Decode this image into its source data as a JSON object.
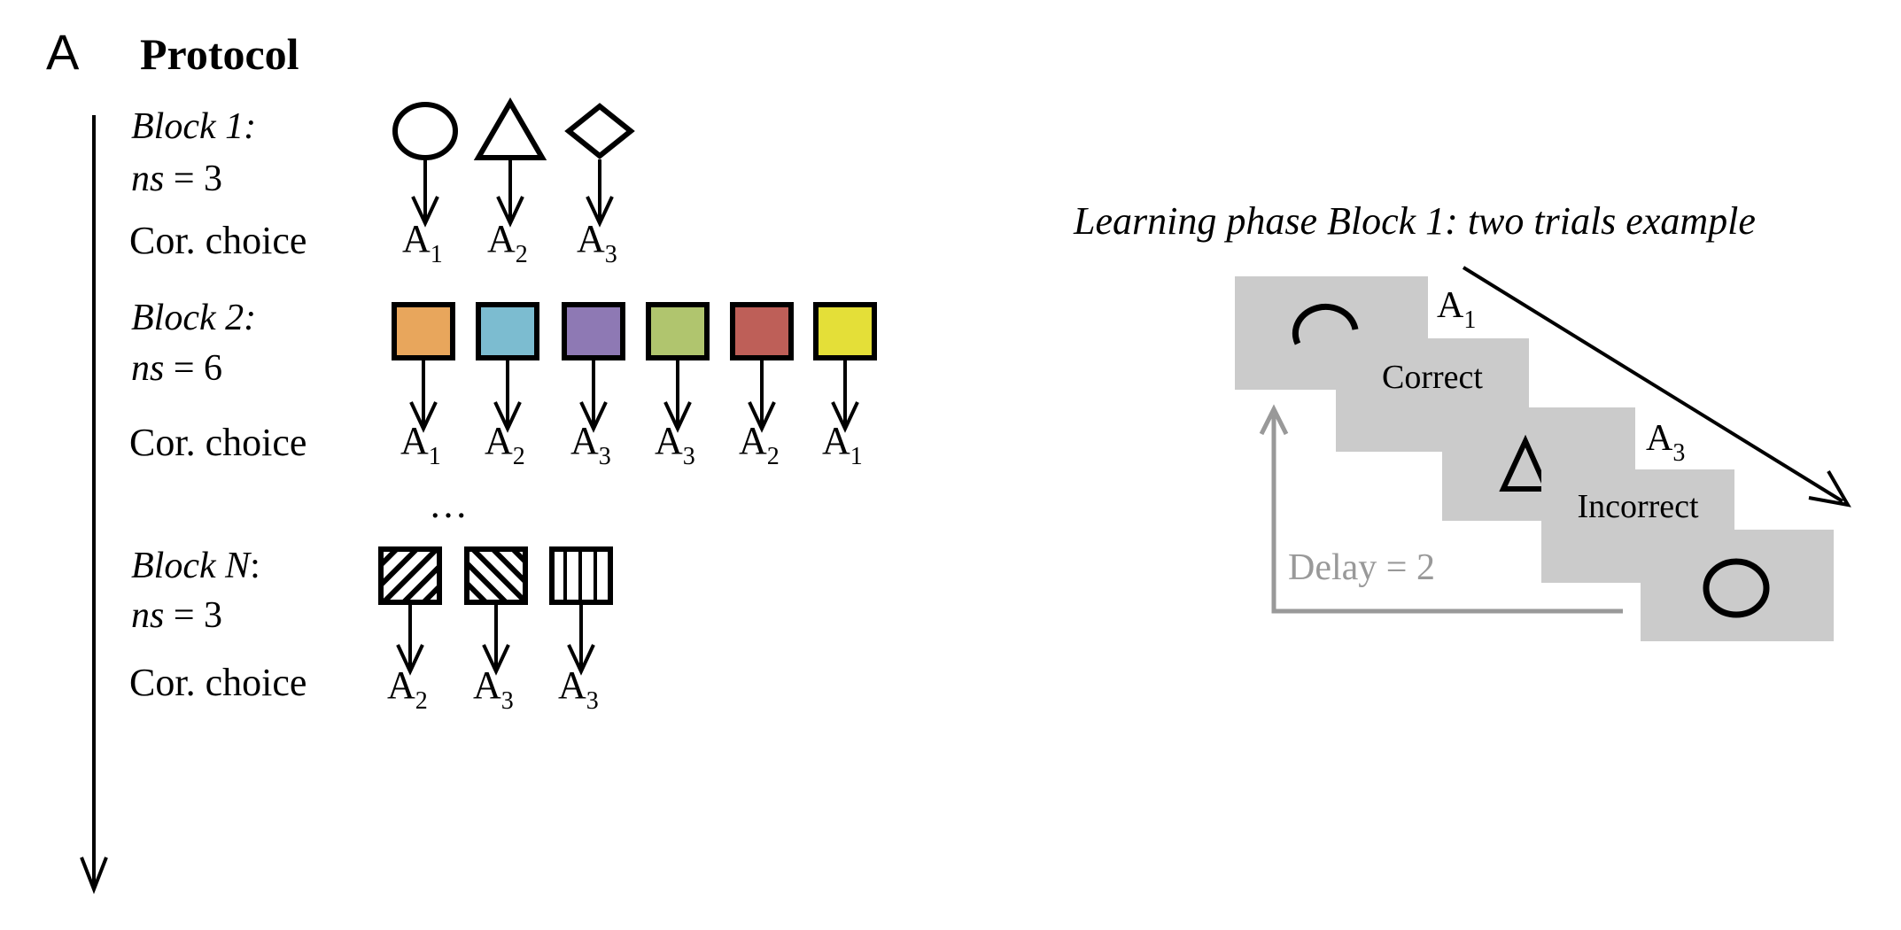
{
  "panel_letter": "A",
  "title": "Protocol",
  "blocks": [
    {
      "label": "Block 1:",
      "ns_prefix": "ns",
      "ns_eq": " = 3",
      "cor_label": "Cor. choice",
      "stimuli": [
        {
          "shape": "circle",
          "action": "A",
          "sub": "1"
        },
        {
          "shape": "triangle",
          "action": "A",
          "sub": "2"
        },
        {
          "shape": "diamond",
          "action": "A",
          "sub": "3"
        }
      ]
    },
    {
      "label": "Block 2:",
      "ns_prefix": "ns",
      "ns_eq": " = 6",
      "cor_label": "Cor. choice",
      "stimuli": [
        {
          "shape": "square",
          "color": "#E8A65C",
          "action": "A",
          "sub": "1"
        },
        {
          "shape": "square",
          "color": "#7CBCD0",
          "action": "A",
          "sub": "2"
        },
        {
          "shape": "square",
          "color": "#8E79B4",
          "action": "A",
          "sub": "3"
        },
        {
          "shape": "square",
          "color": "#B0C56E",
          "action": "A",
          "sub": "3"
        },
        {
          "shape": "square",
          "color": "#BE5F58",
          "action": "A",
          "sub": "2"
        },
        {
          "shape": "square",
          "color": "#E4DF38",
          "action": "A",
          "sub": "1"
        }
      ]
    },
    {
      "label": "Block ",
      "label_n": "N",
      "label_colon": ":",
      "ns_prefix": "ns",
      "ns_eq": " = 3",
      "cor_label": "Cor. choice",
      "stimuli": [
        {
          "shape": "hatch-forward",
          "action": "A",
          "sub": "2"
        },
        {
          "shape": "hatch-backward",
          "action": "A",
          "sub": "3"
        },
        {
          "shape": "hatch-vertical",
          "action": "A",
          "sub": "3"
        }
      ]
    }
  ],
  "ellipsis": "…",
  "learning": {
    "title": "Learning phase Block 1: two trials example",
    "trial1_action": "A",
    "trial1_sub": "1",
    "trial1_feedback": "Correct",
    "trial2_action": "A",
    "trial2_sub": "3",
    "trial2_feedback": "Incorrect",
    "delay_label": "Delay = 2"
  },
  "colors": {
    "ink": "#000000",
    "screen": "#CBCBCB",
    "delay_gray": "#999999"
  }
}
